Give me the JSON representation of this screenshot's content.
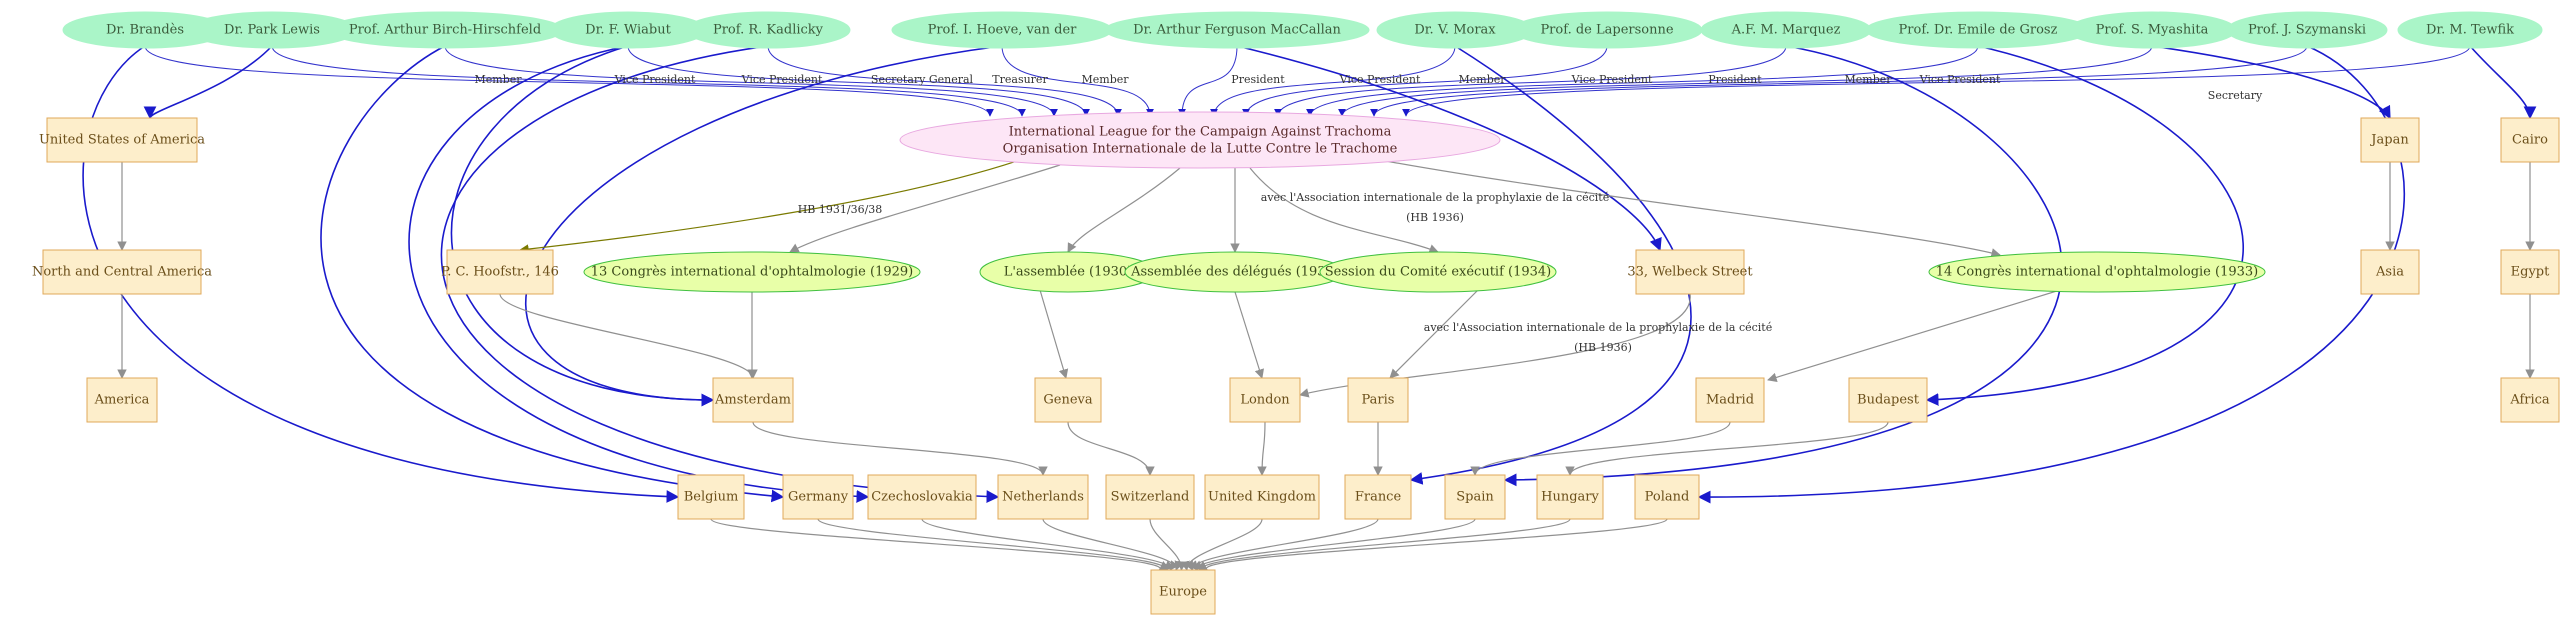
{
  "colors": {
    "person_fill": "#aaf5c8",
    "place_fill": "#fdeecb",
    "place_stroke": "#e0a85a",
    "event_fill": "#e8ffa8",
    "event_stroke": "#40c040",
    "org_fill": "#fde6f6",
    "org_stroke": "#e8a8e0",
    "edge_person": "#1a1acc",
    "edge_place": "#909090",
    "edge_olive": "#7a7a00"
  },
  "persons": [
    {
      "id": "brandes",
      "label": "Dr. Brandès"
    },
    {
      "id": "park_lewis",
      "label": "Dr. Park Lewis"
    },
    {
      "id": "birch",
      "label": "Prof. Arthur Birch-Hirschfeld"
    },
    {
      "id": "wiabut",
      "label": "Dr. F. Wiabut"
    },
    {
      "id": "kadlicky",
      "label": "Prof. R. Kadlicky"
    },
    {
      "id": "hoeve",
      "label": "Prof. I. Hoeve, van der"
    },
    {
      "id": "maccallan",
      "label": "Dr. Arthur Ferguson MacCallan"
    },
    {
      "id": "morax",
      "label": "Dr. V. Morax"
    },
    {
      "id": "lapersonne",
      "label": "Prof. de Lapersonne"
    },
    {
      "id": "marquez",
      "label": "A.F. M. Marquez"
    },
    {
      "id": "grosz",
      "label": "Prof. Dr. Emile de Grosz"
    },
    {
      "id": "myashita",
      "label": "Prof. S. Myashita"
    },
    {
      "id": "szymanski",
      "label": "Prof. J. Szymanski"
    },
    {
      "id": "tewfik",
      "label": "Dr. M. Tewfik"
    }
  ],
  "organization": {
    "line1": "International League for the Campaign Against Trachoma",
    "line2": "Organisation Internationale de la Lutte Contre le Trachome"
  },
  "places": [
    {
      "id": "usa",
      "label": "United States of America"
    },
    {
      "id": "nca",
      "label": "North and Central America"
    },
    {
      "id": "america",
      "label": "America"
    },
    {
      "id": "hoofstr",
      "label": "P. C. Hoofstr., 146"
    },
    {
      "id": "welbeck",
      "label": "33, Welbeck Street"
    },
    {
      "id": "amsterdam",
      "label": "Amsterdam"
    },
    {
      "id": "geneva",
      "label": "Geneva"
    },
    {
      "id": "london",
      "label": "London"
    },
    {
      "id": "paris",
      "label": "Paris"
    },
    {
      "id": "madrid",
      "label": "Madrid"
    },
    {
      "id": "budapest",
      "label": "Budapest"
    },
    {
      "id": "japan",
      "label": "Japan"
    },
    {
      "id": "asia",
      "label": "Asia"
    },
    {
      "id": "cairo",
      "label": "Cairo"
    },
    {
      "id": "egypt",
      "label": "Egypt"
    },
    {
      "id": "africa",
      "label": "Africa"
    },
    {
      "id": "belgium",
      "label": "Belgium"
    },
    {
      "id": "germany",
      "label": "Germany"
    },
    {
      "id": "czechoslovakia",
      "label": "Czechoslovakia"
    },
    {
      "id": "netherlands",
      "label": "Netherlands"
    },
    {
      "id": "switzerland",
      "label": "Switzerland"
    },
    {
      "id": "uk",
      "label": "United Kingdom"
    },
    {
      "id": "france",
      "label": "France"
    },
    {
      "id": "spain",
      "label": "Spain"
    },
    {
      "id": "hungary",
      "label": "Hungary"
    },
    {
      "id": "poland",
      "label": "Poland"
    },
    {
      "id": "europe",
      "label": "Europe"
    }
  ],
  "events": [
    {
      "id": "ev1929",
      "label": "13 Congrès international d'ophtalmologie (1929)"
    },
    {
      "id": "ev1930",
      "label": "L'assemblée (1930)"
    },
    {
      "id": "ev1935",
      "label": "Assemblée des délégués (1935)"
    },
    {
      "id": "ev1934",
      "label": "Session du Comité exécutif (1934)"
    },
    {
      "id": "ev1933",
      "label": "14 Congrès international d'ophtalmologie (1933)"
    }
  ],
  "role_edges": [
    {
      "from": "brandes",
      "label": "Member"
    },
    {
      "from": "park_lewis",
      "label": "Vice President"
    },
    {
      "from": "birch",
      "label": "Vice President"
    },
    {
      "from": "wiabut",
      "label": "Secretary General"
    },
    {
      "from": "kadlicky",
      "label": "Treasurer"
    },
    {
      "from": "hoeve",
      "label": "Member"
    },
    {
      "from": "maccallan",
      "label": "President"
    },
    {
      "from": "morax",
      "label": "Vice President"
    },
    {
      "from": "lapersonne",
      "label": "Member"
    },
    {
      "from": "marquez",
      "label": "Vice President"
    },
    {
      "from": "grosz",
      "label": "President"
    },
    {
      "from": "myashita",
      "label": "Member"
    },
    {
      "from": "szymanski",
      "label": "Vice President"
    },
    {
      "from": "tewfik",
      "label": "Secretary"
    }
  ],
  "edge_notes": {
    "hoofstr": "HB 1931/36/38",
    "ev1934_line1": "avec l'Association internationale de la prophylaxie de la cécité",
    "ev1934_line2": "(HB 1936)",
    "welbeck_line1": "avec l'Association internationale de la prophylaxie de la cécité",
    "welbeck_line2": "(HB 1936)"
  }
}
